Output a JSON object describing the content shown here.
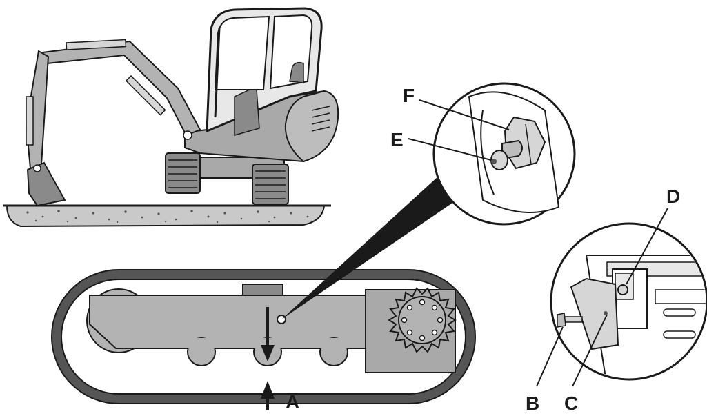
{
  "callouts": {
    "a": "A",
    "b": "B",
    "c": "C",
    "d": "D",
    "e": "E",
    "f": "F"
  },
  "colors": {
    "ink": "#1a1a1a",
    "body_gray": "#a9a9a9",
    "light_gray": "#d6d6d6",
    "dark_gray": "#555555",
    "ground": "#c9c9c9",
    "background": "#ffffff"
  }
}
